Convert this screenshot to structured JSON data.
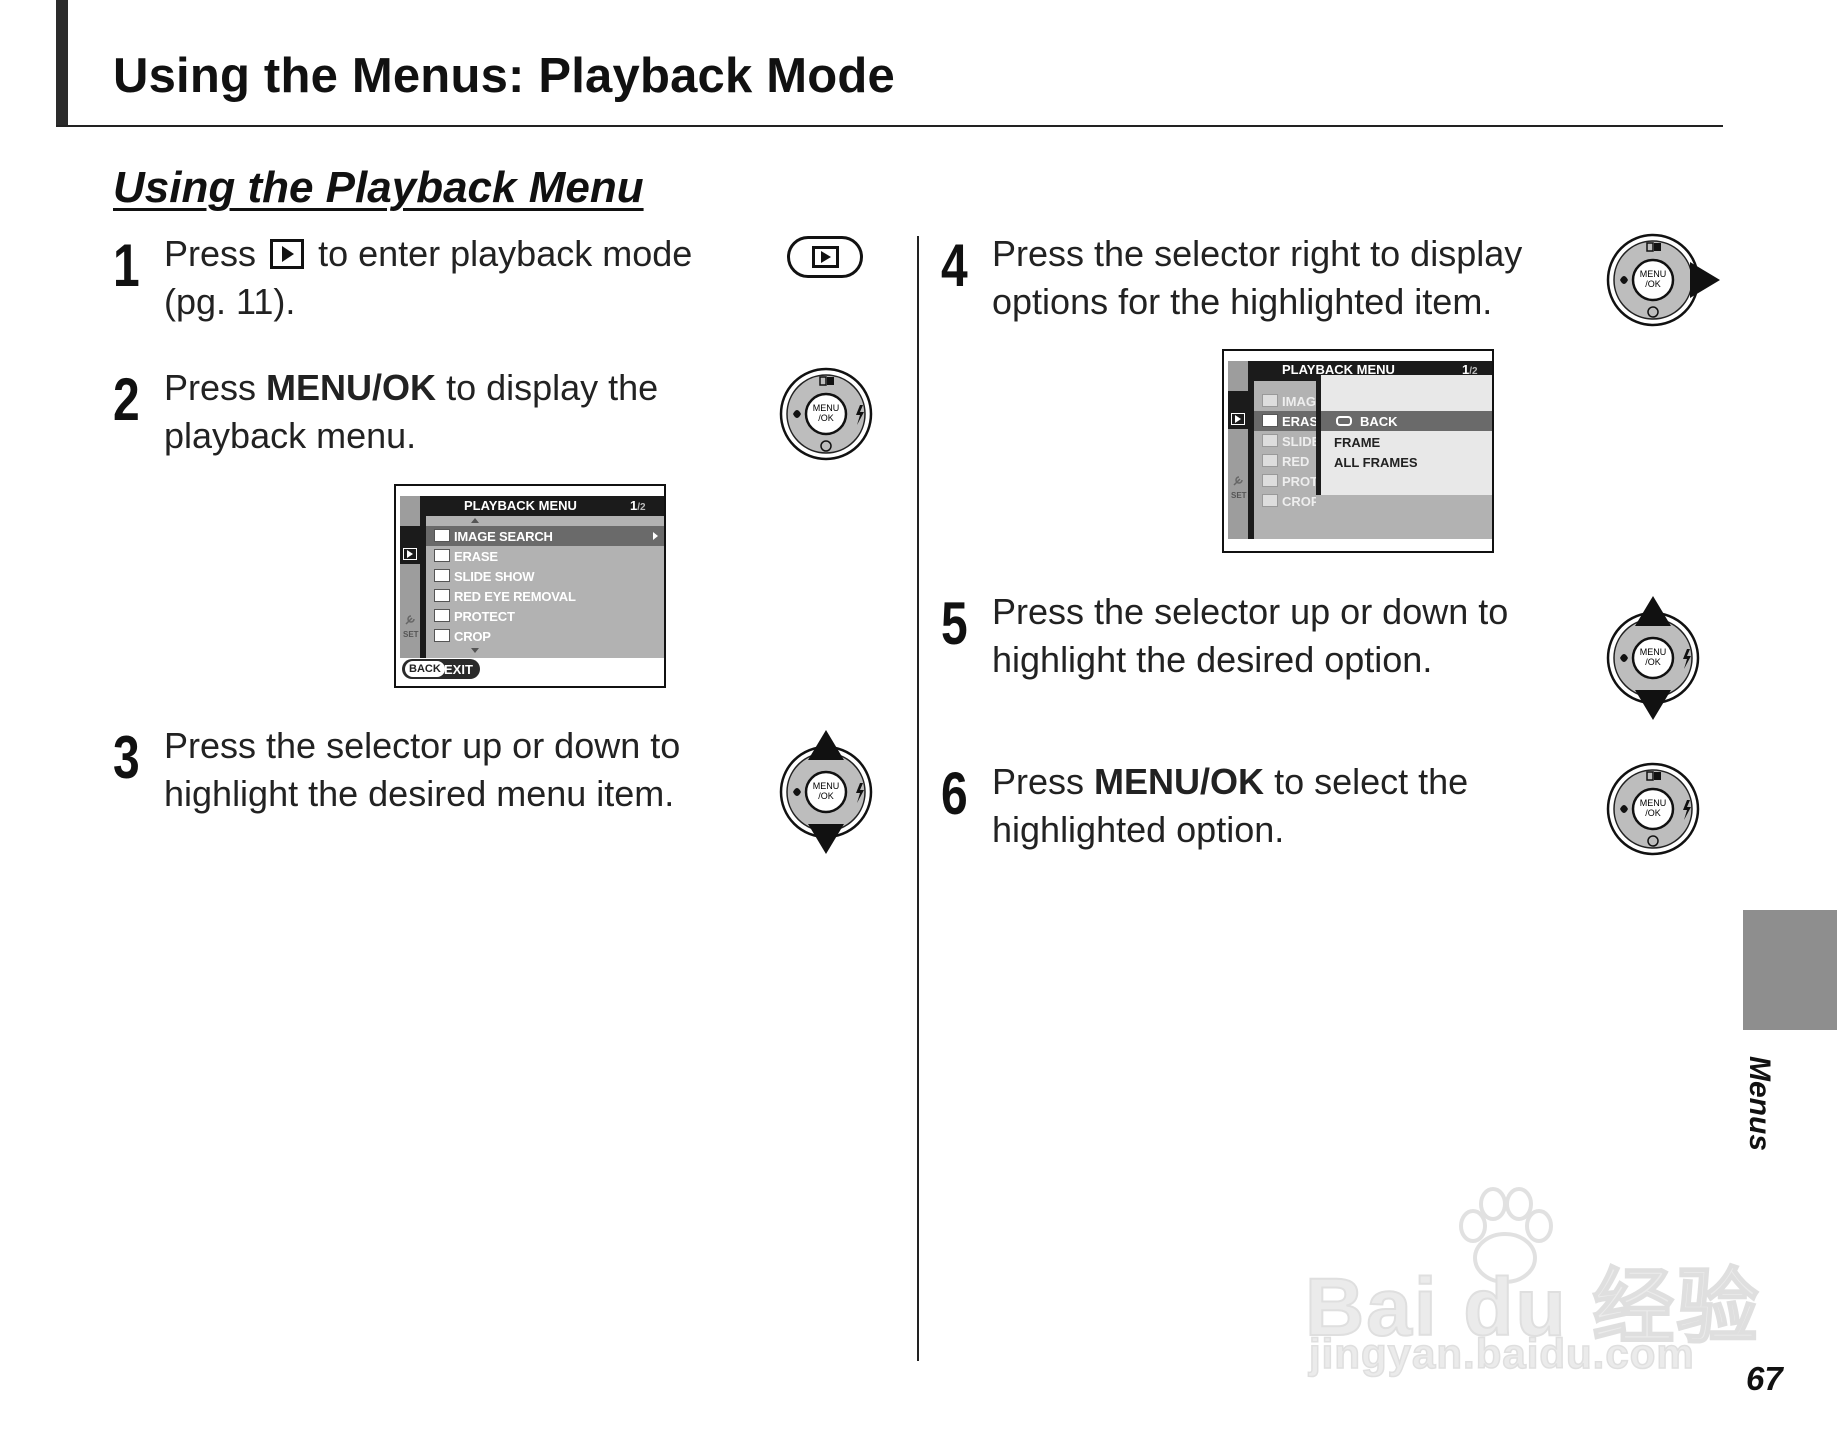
{
  "header": {
    "title": "Using the Menus: Playback Mode"
  },
  "section": {
    "title": "Using the Playback Menu"
  },
  "steps": [
    {
      "number": "1",
      "line1_pre": "Press",
      "line1_post": "to enter playback mode",
      "line2": "(pg. 11)."
    },
    {
      "number": "2",
      "line1_pre": "Press",
      "line1_bold": "MENU/OK",
      "line1_post": "to display the",
      "line2": "playback menu."
    },
    {
      "number": "3",
      "line1": "Press the selector up or down to",
      "line2": "highlight the desired menu item."
    },
    {
      "number": "4",
      "line1": "Press the selector right to display",
      "line2": "options for the highlighted item."
    },
    {
      "number": "5",
      "line1": "Press the selector up or down to",
      "line2": "highlight the desired option."
    },
    {
      "number": "6",
      "line1_pre": "Press",
      "line1_bold": "MENU/OK",
      "line1_post": "to select the",
      "line2": "highlighted option."
    }
  ],
  "selector": {
    "center_line1": "MENU",
    "center_line2": "/OK",
    "set_label": "SET"
  },
  "menu_screen_1": {
    "title": "PLAYBACK MENU",
    "page": "1",
    "page_total": "/2",
    "items": [
      "IMAGE SEARCH",
      "ERASE",
      "SLIDE SHOW",
      "RED EYE REMOVAL",
      "PROTECT",
      "CROP"
    ],
    "back_key": "BACK",
    "back_label": "EXIT"
  },
  "menu_screen_2": {
    "title": "PLAYBACK MENU",
    "page": "1",
    "page_total": "/2",
    "items": [
      "IMAG",
      "ERAS",
      "SLIDE",
      "RED",
      "PROT",
      "CROP"
    ],
    "options": [
      "BACK",
      "FRAME",
      "ALL FRAMES"
    ]
  },
  "side_tab": {
    "label": "Menus"
  },
  "page_number": "67",
  "watermark": {
    "main": "Bai du 经验",
    "sub": "jingyan.baidu.com"
  }
}
